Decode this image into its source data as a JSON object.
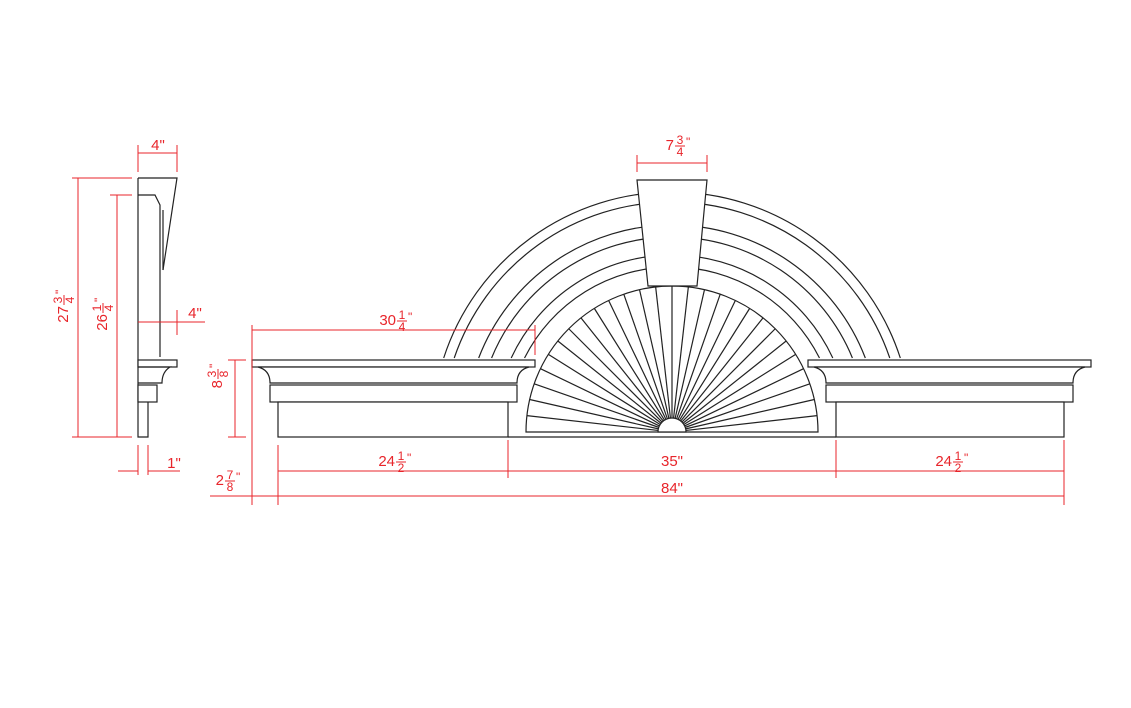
{
  "drawing": {
    "colors": {
      "line": "#222222",
      "dimension": "#e8252b"
    },
    "dimensions": {
      "side_top_width": {
        "whole": "4",
        "num": "",
        "den": "",
        "unit": "\""
      },
      "side_total_height": {
        "whole": "27",
        "num": "3",
        "den": "4",
        "unit": "\""
      },
      "side_inner_height": {
        "whole": "26",
        "num": "1",
        "den": "4",
        "unit": "\""
      },
      "side_projection": {
        "whole": "4",
        "num": "",
        "den": "",
        "unit": "\""
      },
      "side_base_depth": {
        "whole": "1",
        "num": "",
        "den": "",
        "unit": "\""
      },
      "cornice_height": {
        "whole": "8",
        "num": "3",
        "den": "8",
        "unit": "\""
      },
      "cornice_offset": {
        "whole": "2",
        "num": "7",
        "den": "8",
        "unit": "\""
      },
      "keystone_width": {
        "whole": "7",
        "num": "3",
        "den": "4",
        "unit": "\""
      },
      "left_cornice_length": {
        "whole": "30",
        "num": "1",
        "den": "4",
        "unit": "\""
      },
      "left_section": {
        "whole": "24",
        "num": "1",
        "den": "2",
        "unit": "\""
      },
      "center_section": {
        "whole": "35",
        "num": "",
        "den": "",
        "unit": "\""
      },
      "right_section": {
        "whole": "24",
        "num": "1",
        "den": "2",
        "unit": "\""
      },
      "overall_width": {
        "whole": "84",
        "num": "",
        "den": "",
        "unit": "\""
      }
    }
  }
}
